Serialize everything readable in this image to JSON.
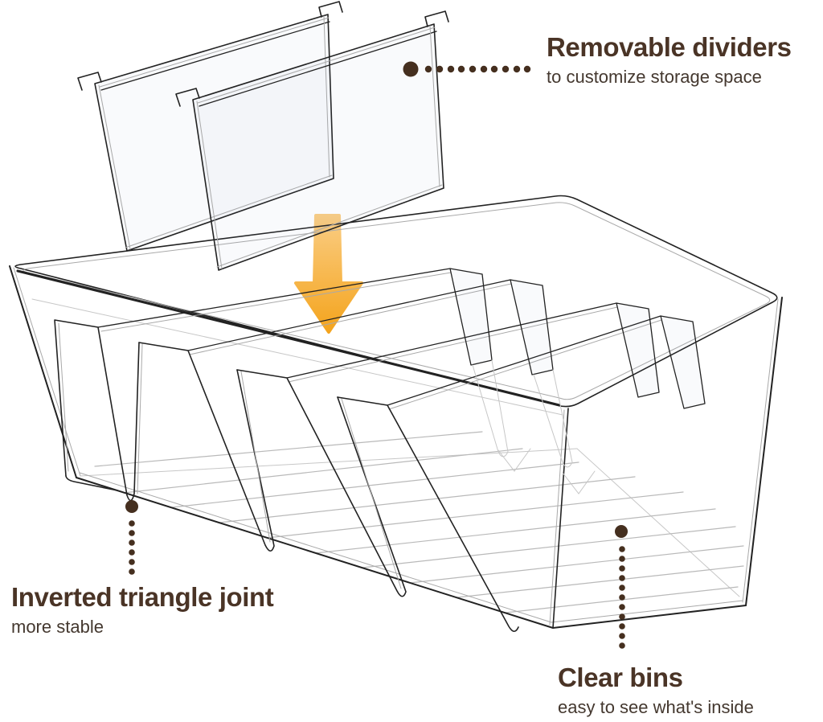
{
  "colors": {
    "background": "#ffffff",
    "line": "#222222",
    "line_soft": "#a9a9a9",
    "line_faint": "#c7c7c7",
    "ridge": "#b9b9b9",
    "dot": "#452f1f",
    "heading": "#4a3426",
    "subtitle": "#44382f",
    "arrow_top": "#facd84",
    "arrow_bottom": "#f4a41d"
  },
  "icons": {
    "down_arrow": "down-arrow"
  },
  "callouts": {
    "removable_dividers": {
      "title": "Removable dividers",
      "subtitle": "to customize storage space"
    },
    "inverted_triangle_joint": {
      "title": "Inverted triangle joint",
      "subtitle": "more stable"
    },
    "clear_bins": {
      "title": "Clear bins",
      "subtitle": "easy to see what's inside"
    }
  }
}
